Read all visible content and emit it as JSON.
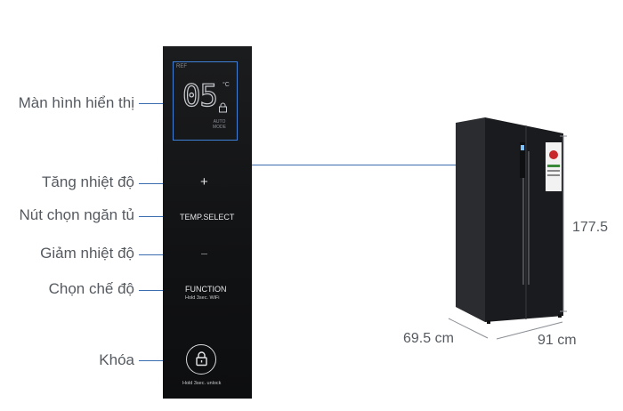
{
  "labels": {
    "display": "Màn hình hiển thị",
    "temp_up": "Tăng nhiệt độ",
    "compartment": "Nút chọn ngăn tủ",
    "temp_down": "Giảm nhiệt độ",
    "mode": "Chọn chế độ",
    "lock": "Khóa"
  },
  "panel": {
    "ref": "REF",
    "digits": "05",
    "deg": "°C",
    "mode_line1": "AUTO",
    "mode_line2": "MODE",
    "plus": "+",
    "temp_select": "TEMP.SELECT",
    "minus": "—",
    "function": "FUNCTION",
    "function_hint": "Hold 3sec. WiFi",
    "lock_hint": "Hold 3sec. unlock"
  },
  "dimensions": {
    "height": "177.5",
    "depth": "69.5 cm",
    "width": "91 cm"
  },
  "colors": {
    "leader": "#3a6db0",
    "display_border": "#3f7fd6",
    "panel": "#141517",
    "fridge": "#1a1b1e"
  }
}
